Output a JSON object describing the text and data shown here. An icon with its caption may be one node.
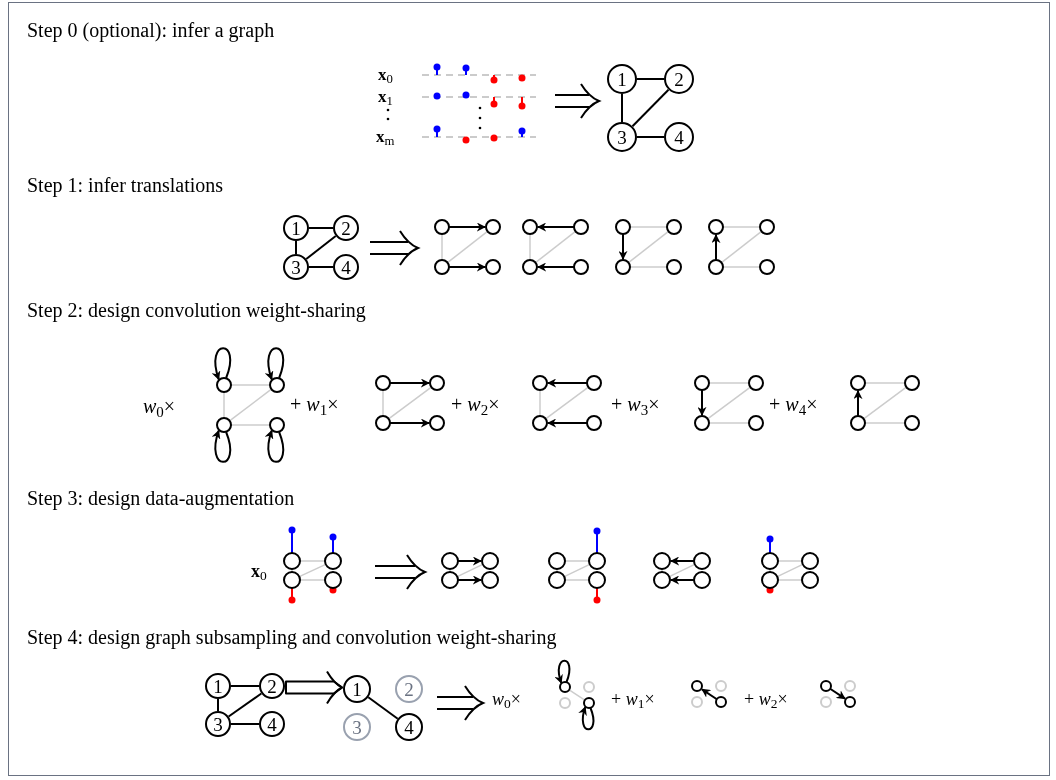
{
  "diagram": {
    "nodes": [
      {
        "text": [
          "1"
        ]
      },
      {
        "text": [
          "2"
        ]
      },
      {
        "text": [
          "3"
        ]
      },
      {
        "text": [
          "4"
        ]
      },
      {
        "text": [
          "1"
        ]
      },
      {
        "text": [
          "2"
        ]
      },
      {
        "text": [
          "3"
        ]
      },
      {
        "text": [
          "4"
        ]
      },
      {
        "text": [
          "1"
        ]
      },
      {
        "text": [
          "2"
        ]
      },
      {
        "text": [
          "3"
        ]
      },
      {
        "text": [
          "4"
        ]
      },
      {
        "text": [
          "1"
        ]
      },
      {
        "text": [
          "2"
        ]
      },
      {
        "text": [
          "3"
        ]
      },
      {
        "text": [
          "4"
        ]
      }
    ],
    "edges": [
      {
        "from": 0,
        "to": 1,
        "arrow": "none"
      },
      {
        "from": 0,
        "to": 2,
        "arrow": "none"
      },
      {
        "from": 2,
        "to": 1,
        "arrow": "none"
      },
      {
        "from": 2,
        "to": 3,
        "arrow": "none"
      },
      {
        "from": 4,
        "to": 5,
        "arrow": "none"
      },
      {
        "from": 4,
        "to": 6,
        "arrow": "none"
      },
      {
        "from": 6,
        "to": 5,
        "arrow": "none"
      },
      {
        "from": 6,
        "to": 7,
        "arrow": "none"
      },
      {
        "from": 8,
        "to": 9,
        "arrow": "none"
      },
      {
        "from": 8,
        "to": 10,
        "arrow": "none"
      },
      {
        "from": 10,
        "to": 9,
        "arrow": "none"
      },
      {
        "from": 10,
        "to": 11,
        "arrow": "none"
      },
      {
        "from": 9,
        "to": 12,
        "arrow": "to"
      },
      {
        "from": 12,
        "to": 15,
        "arrow": "none"
      }
    ],
    "labels": [
      "Step 0 (optional): infer a graph",
      "**x**$_{0}$",
      "**x**$_{1}$",
      "**x**$_{m}$",
      "Step 1: infer translations",
      "Step 2: design convolution weight-sharing",
      "*w*$_{0}$×",
      "+ *w*$_{1}$×",
      "+ *w*$_{2}$×",
      "+ *w*$_{3}$×",
      "+ *w*$_{4}$×",
      "Step 3: design data-augmentation",
      "**x**$_{0}$",
      "Step 4: design graph subsampling and convolution weight-sharing",
      "*w*$_{0}$×",
      "+ *w*$_{1}$×",
      "+ *w*$_{2}$×"
    ]
  }
}
